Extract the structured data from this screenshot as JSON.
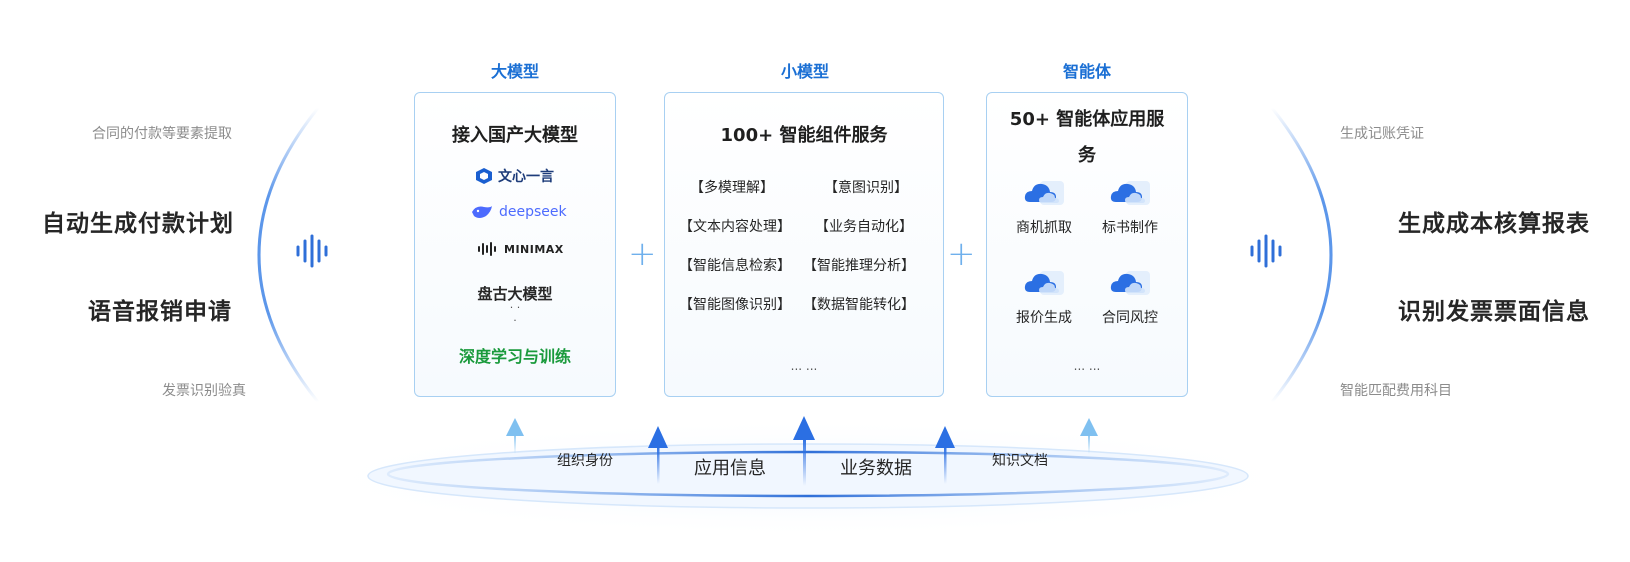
{
  "left": {
    "top_small": "合同的付款等要素提取",
    "big1": "自动生成付款计划",
    "big2": "语音报销申请",
    "bottom_small": "发票识别验真"
  },
  "right": {
    "top_small": "生成记账凭证",
    "big1": "生成成本核算报表",
    "big2": "识别发票票面信息",
    "bottom_small": "智能匹配费用科目"
  },
  "columns": {
    "large": {
      "title": "大模型",
      "card_title": "接入国产大模型",
      "logos": [
        "文心一言",
        "deepseek",
        "MINIMAX"
      ],
      "extra": "盘古大模型",
      "dots": "· ·\n·",
      "footer": "深度学习与训练"
    },
    "small": {
      "title": "小模型",
      "card_title": "100+ 智能组件服务",
      "items": [
        "【多模理解】",
        "【意图识别】",
        "【文本内容处理】",
        "【业务自动化】",
        "【智能信息检索】",
        "【智能推理分析】",
        "【智能图像识别】",
        "【数据智能转化】"
      ],
      "ellipsis": "... ..."
    },
    "agent": {
      "title": "智能体",
      "card_title_1": "50+ 智能体应用服",
      "card_title_2": "务",
      "items": [
        "商机抓取",
        "标书制作",
        "报价生成",
        "合同风控"
      ],
      "ellipsis": "... ..."
    }
  },
  "plus_sign": "+",
  "bottom": {
    "labels": [
      "组织身份",
      "应用信息",
      "业务数据",
      "知识文档"
    ]
  },
  "colors": {
    "accent": "#1a6fd4",
    "green": "#1a9a3c",
    "card_border": "#a8d0f2"
  }
}
